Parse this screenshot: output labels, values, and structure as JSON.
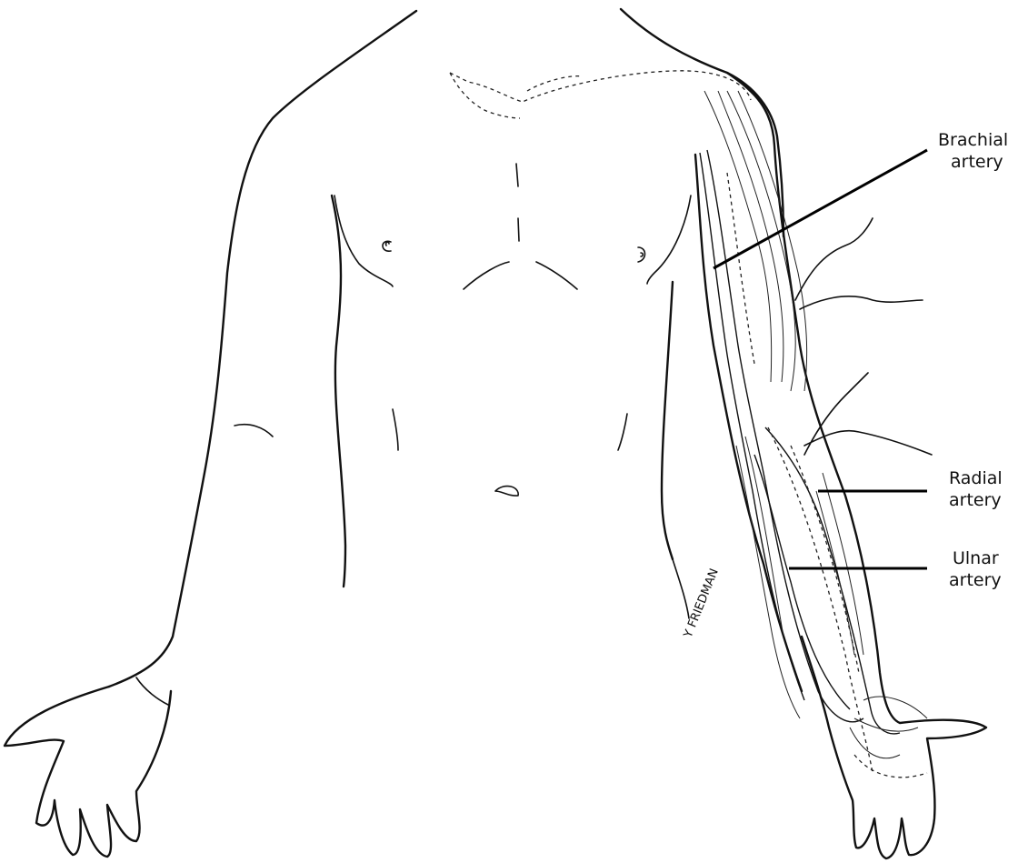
{
  "labels": {
    "brachial": {
      "line1": "Brachial",
      "line2": "artery"
    },
    "radial": {
      "line1": "Radial",
      "line2": "artery"
    },
    "ulnar": {
      "line1": "Ulnar",
      "line2": "artery"
    }
  },
  "signature": "Y FRIEDMAN",
  "colors": {
    "line": "#111111",
    "background": "#ffffff"
  }
}
